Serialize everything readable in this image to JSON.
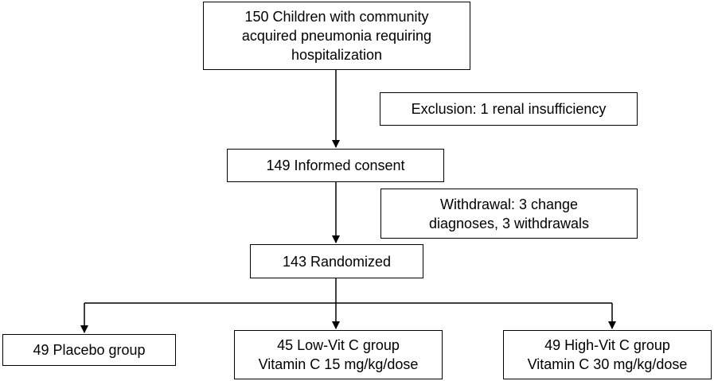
{
  "flowchart": {
    "enrollment": {
      "lines": [
        "150 Children with community",
        "acquired pneumonia requiring",
        "hospitalization"
      ]
    },
    "exclusion": {
      "lines": [
        "Exclusion: 1 renal insufficiency"
      ]
    },
    "consent": {
      "lines": [
        "149 Informed consent"
      ]
    },
    "withdrawal": {
      "lines": [
        "Withdrawal: 3 change",
        "diagnoses, 3 withdrawals"
      ]
    },
    "randomized": {
      "lines": [
        "143 Randomized"
      ]
    },
    "placebo": {
      "lines": [
        "49 Placebo group"
      ]
    },
    "low_vit_c": {
      "lines": [
        "45 Low-Vit C group",
        "Vitamin C 15 mg/kg/dose"
      ]
    },
    "high_vit_c": {
      "lines": [
        "49 High-Vit C group",
        "Vitamin C 30 mg/kg/dose"
      ]
    }
  }
}
